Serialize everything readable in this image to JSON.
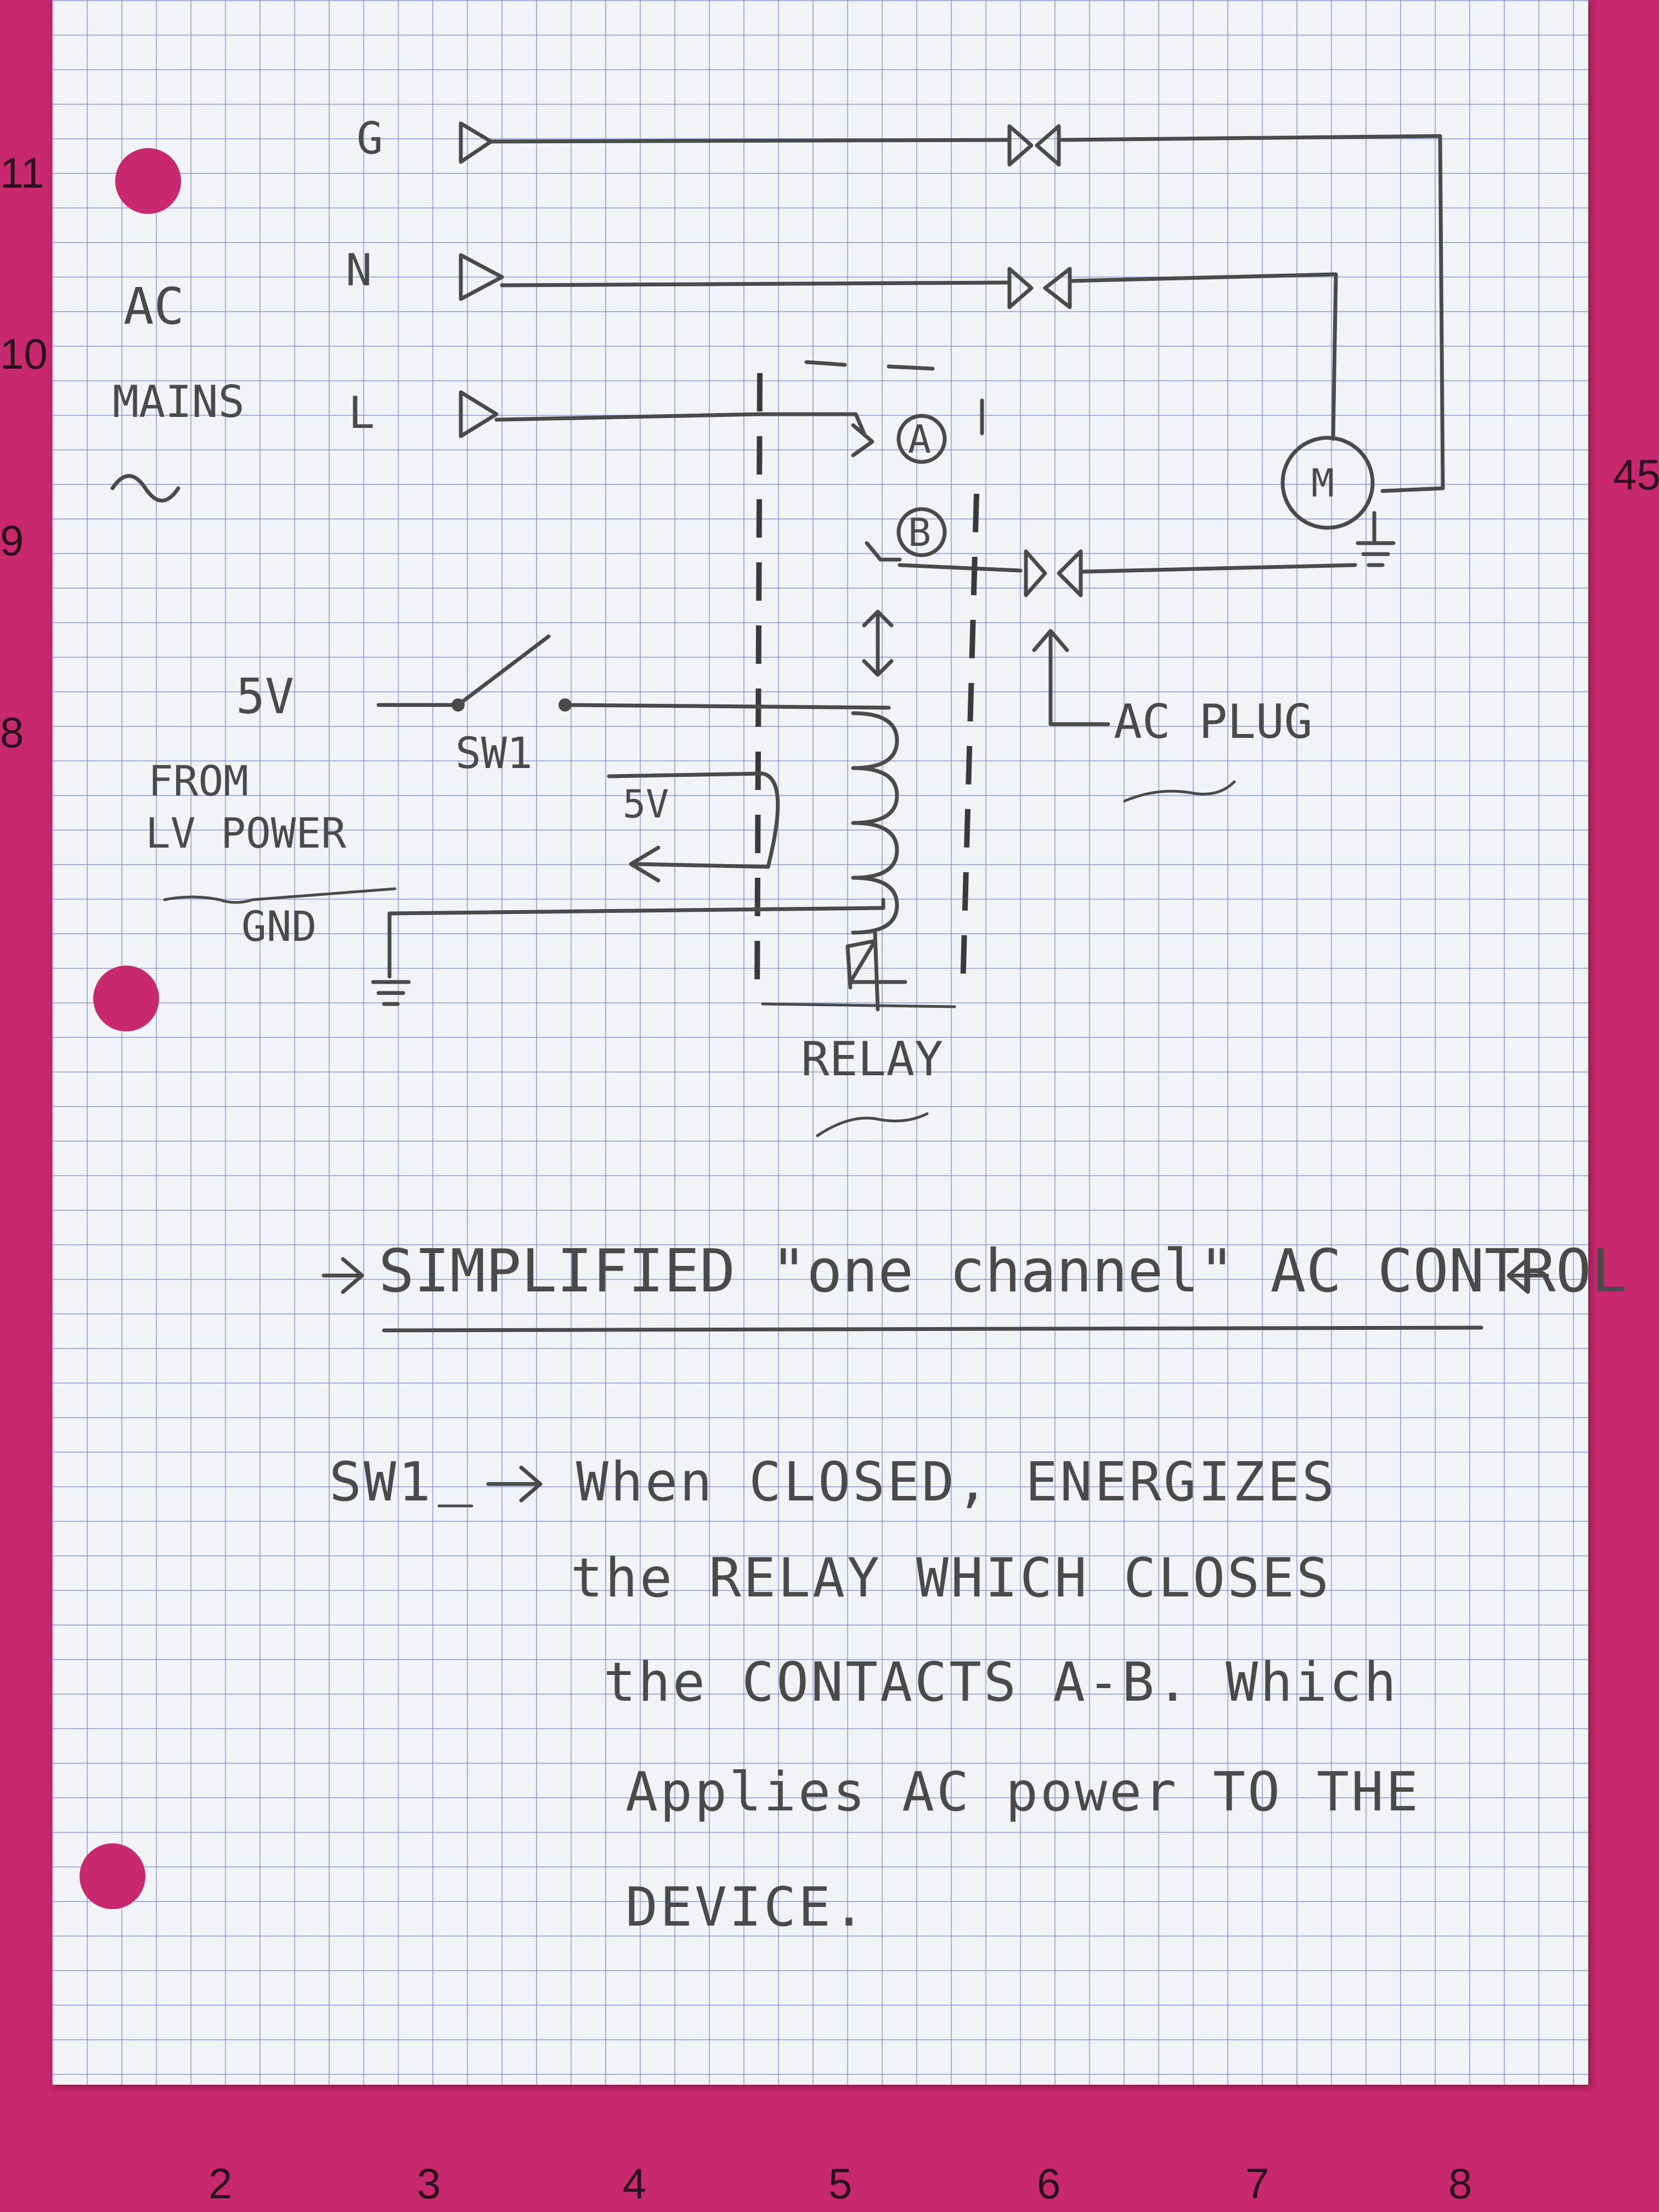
{
  "mat": {
    "left_numbers": [
      "11",
      "10",
      "9",
      "8"
    ],
    "right_numbers": [
      "45"
    ],
    "bottom_numbers": [
      "2",
      "3",
      "4",
      "5",
      "6",
      "7",
      "8"
    ]
  },
  "diagram": {
    "mains_label": [
      "AC",
      "MAINS"
    ],
    "mains_lines": [
      "G",
      "N",
      "L"
    ],
    "contact_a": "A",
    "contact_b": "B",
    "motor": "M",
    "supply_label": "5V",
    "switch_label": "SW1",
    "coil_label": "5V",
    "source_label": [
      "FROM",
      "LV POWER"
    ],
    "ground_label": "GND",
    "relay_label": "RELAY",
    "plug_label": "AC PLUG"
  },
  "title": "SIMPLIFIED \"one channel\" AC CONTROL",
  "note": {
    "label": "SW1",
    "lines": [
      "When CLOSED, ENERGIZES",
      "the RELAY WHICH CLOSES",
      "the CONTACTS A-B. Which",
      "Applies AC power TO THE",
      "DEVICE."
    ]
  }
}
